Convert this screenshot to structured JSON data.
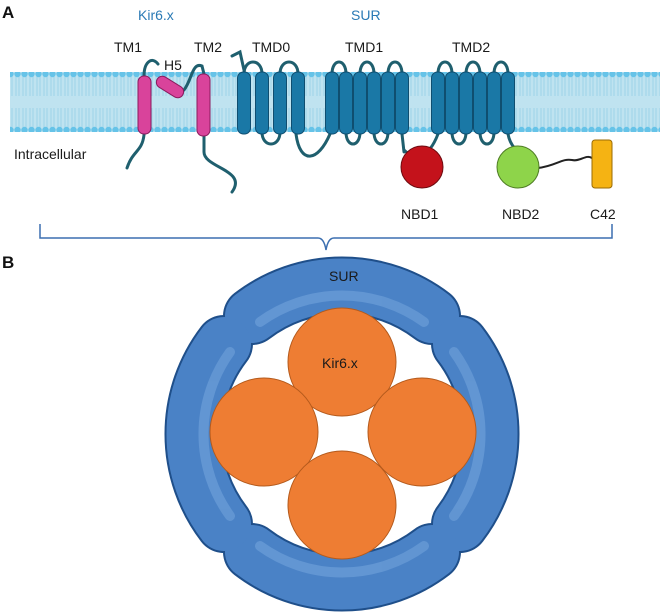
{
  "panel_a": {
    "label": "A",
    "headers": {
      "kir": "Kir6.x",
      "sur": "SUR"
    },
    "kir_labels": {
      "tm1": "TM1",
      "h5": "H5",
      "tm2": "TM2"
    },
    "sur_labels": {
      "tmd0": "TMD0",
      "tmd1": "TMD1",
      "tmd2": "TMD2"
    },
    "side_label": "Intracellular",
    "domains": {
      "nbd1": "NBD1",
      "nbd2": "NBD2",
      "c42": "C42"
    }
  },
  "panel_b": {
    "label": "B",
    "sur_label": "SUR",
    "kir_label": "Kir6.x"
  },
  "colors": {
    "membrane": "#bfe3f0",
    "lipid_head": "#66c3e8",
    "tm_kir": "#d9439b",
    "tm_sur": "#1a78a6",
    "loop": "#1f5f6e",
    "nbd1": "#c4121b",
    "nbd2": "#8ed44a",
    "c42": "#f5b313",
    "sur_ring": "#4a82c6",
    "kir_subunit": "#ee7d33",
    "bracket": "#3c6fb0",
    "header_text": "#2a7ab5"
  }
}
